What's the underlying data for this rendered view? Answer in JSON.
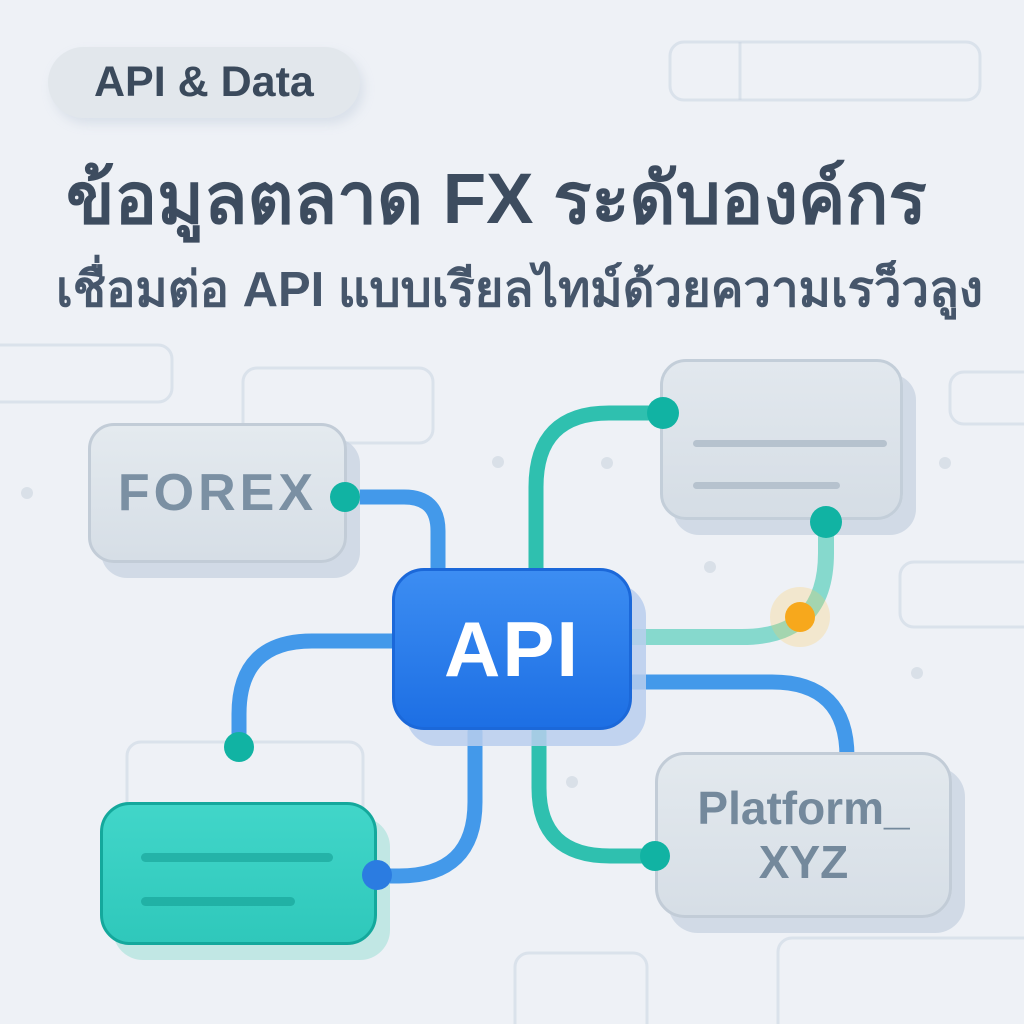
{
  "badge": {
    "label": "API & Data"
  },
  "heading": {
    "title": "ข้อมูลตลาด FX ระดับองค์กร",
    "subtitle": "เชื่อมต่อ API แบบเรียลไทม์ด้วยความเรว็วลูง"
  },
  "diagram": {
    "center": {
      "label": "API",
      "color": "#2277ec"
    },
    "nodes": {
      "forex": {
        "label": "FOREX"
      },
      "data_card": {
        "label": "",
        "placeholder_lines": 2
      },
      "stream_card": {
        "label": "",
        "placeholder_lines": 2,
        "color": "#38cfc3"
      },
      "platform": {
        "line1": "Platform_",
        "line2": "XYZ"
      }
    },
    "connector_colors": {
      "blue": "#4399ea",
      "teal": "#2fc0af",
      "light_teal": "#86d9cd"
    },
    "dot_colors": {
      "teal": "#11b3a3",
      "blue": "#2b7ce1",
      "orange": "#f7a81c"
    }
  },
  "colors": {
    "background": "#eef1f6",
    "badge_background": "#e2e7ec",
    "heading_text": "#3d4c5f",
    "subtitle_text": "#46566b",
    "card_fill": "#dde4eb",
    "card_border": "#c2ccd7",
    "card_text": "#7b90a3"
  }
}
